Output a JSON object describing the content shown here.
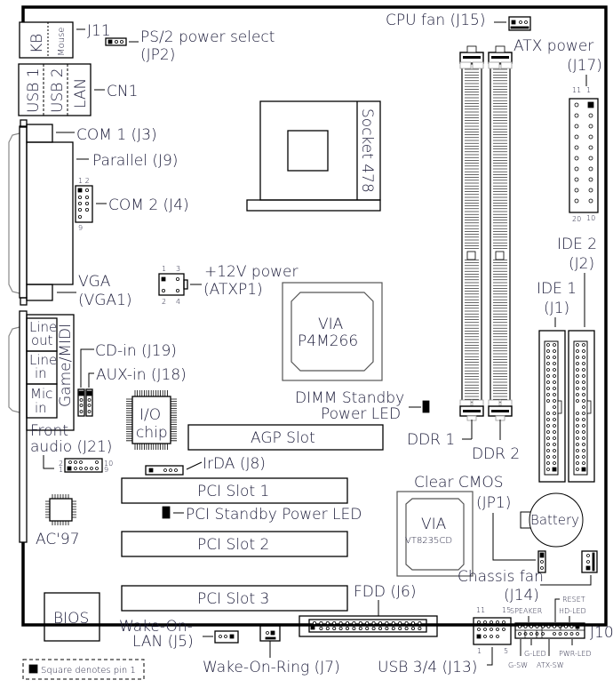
{
  "title": "Motherboard layout",
  "legend": {
    "text": "Square denotes pin 1"
  },
  "rear_io": {
    "kb": "KB",
    "mouse": "Mouse",
    "j11": "J11",
    "usb1": "USB 1",
    "usb2": "USB 2",
    "lan": "LAN",
    "cn1": "CN1",
    "com1": "COM 1 (J3)",
    "parallel": "Parallel (J9)",
    "vga_line1": "VGA",
    "vga_line2": "(VGA1)",
    "line_out_1": "Line",
    "line_out_2": "out",
    "line_in_1": "Line",
    "line_in_2": "in",
    "mic_in_1": "Mic",
    "mic_in_2": "in",
    "game_midi": "Game/MIDI"
  },
  "connectors": {
    "ps2_power_line1": "PS/2 power select",
    "ps2_power_line2": "(JP2)",
    "com2": "COM 2 (J4)",
    "com2_pin_top": "1 2",
    "com2_pin_bottom": "9",
    "cpu_fan": "CPU fan (J15)",
    "atx_power_line1": "ATX power",
    "atx_power_line2": "(J17)",
    "atx_pin_tl": "11",
    "atx_pin_tr": "1",
    "atx_pin_bl": "20",
    "atx_pin_br": "10",
    "p12v_line1": "+12V power",
    "p12v_line2": "(ATXP1)",
    "p12v_pin1": "1",
    "p12v_pin3": "3",
    "p12v_pin2": "2",
    "p12v_pin4": "4",
    "cd_in": "CD-in (J19)",
    "aux_in": "AUX-in (J18)",
    "front_audio_line1": "Front",
    "front_audio_line2": "audio (J21)",
    "fa_pin2": "2",
    "fa_pin1": "1",
    "fa_pin10": "10",
    "fa_pin9": "9",
    "irda": "IrDA (J8)",
    "ide2_line1": "IDE 2",
    "ide2_line2": "(J2)",
    "ide1_line1": "IDE 1",
    "ide1_line2": "(J1)",
    "dimm_led_line1": "DIMM Standby",
    "dimm_led_line2": "Power LED",
    "ddr1": "DDR 1",
    "ddr2": "DDR 2",
    "pci_led": "PCI Standby Power LED",
    "clear_cmos_line1": "Clear CMOS",
    "clear_cmos_line2": "(JP1)",
    "battery": "Battery",
    "chassis_fan_line1": "Chassis fan",
    "chassis_fan_line2": "(J14)",
    "fdd": "FDD (J6)",
    "wol_line1": "Wake-On-",
    "wol_line2": "LAN (J5)",
    "wor": "Wake-On-Ring (J7)",
    "usb34": "USB 3/4 (J13)",
    "usb34_pin11": "11",
    "usb34_pin15": "15",
    "usb34_pin1": "1",
    "usb34_pin5": "5",
    "j10": "J10",
    "speaker": "SPEAKER",
    "reset": "RESET",
    "hd_led": "HD-LED",
    "g_led": "G-LED",
    "pwr_led": "PWR-LED",
    "g_sw": "G-SW",
    "atx_sw": "ATX-SW"
  },
  "chips": {
    "socket": "Socket 478",
    "northbridge_line1": "VIA",
    "northbridge_line2": "P4M266",
    "io_line1": "I/O",
    "io_line2": "chip",
    "southbridge_line1": "VIA",
    "southbridge_line2": "VT8235CD",
    "ac97": "AC'97",
    "bios": "BIOS"
  },
  "slots": {
    "agp": "AGP Slot",
    "pci1": "PCI Slot 1",
    "pci2": "PCI Slot 2",
    "pci3": "PCI Slot 3"
  }
}
